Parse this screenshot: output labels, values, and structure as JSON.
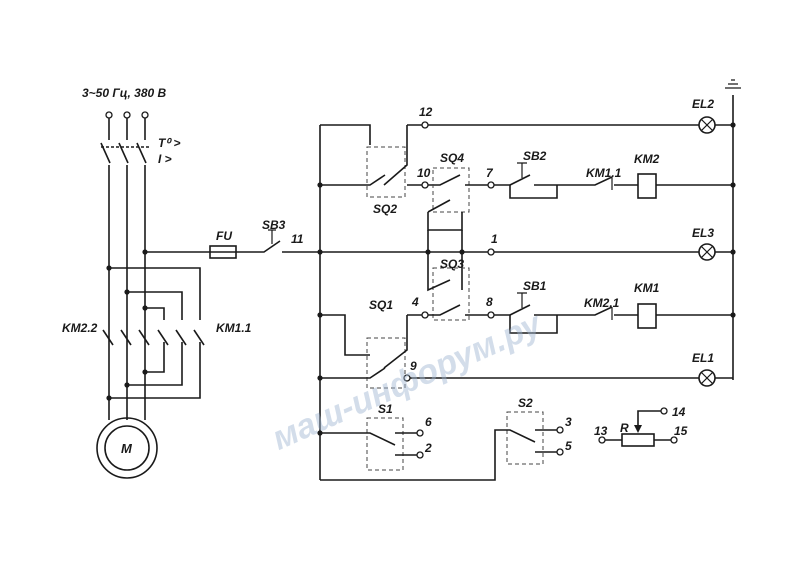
{
  "supply": {
    "label": "3~50 Гц, 380 В",
    "protection_temp": "T⁰ >",
    "protection_current": "I >"
  },
  "motor": {
    "label": "M"
  },
  "motor_contacts": {
    "left": "KM2.2",
    "right": "KM1.1"
  },
  "components": {
    "fuse": "FU",
    "sb3": "SB3",
    "sq1": "SQ1",
    "sq2": "SQ2",
    "sq3": "SQ3",
    "sq4": "SQ4",
    "sb1": "SB1",
    "sb2": "SB2",
    "km1_contact": "KM1.1",
    "km2_contact": "KM2.1",
    "km1_coil": "KM1",
    "km2_coil": "KM2",
    "el1": "EL1",
    "el2": "EL2",
    "el3": "EL3",
    "s1": "S1",
    "s2": "S2",
    "resistor": "R"
  },
  "nodes": {
    "n1": "1",
    "n2": "2",
    "n3": "3",
    "n4": "4",
    "n5": "5",
    "n6": "6",
    "n7": "7",
    "n8": "8",
    "n9": "9",
    "n10": "10",
    "n11": "11",
    "n12": "12",
    "n13": "13",
    "n14": "14",
    "n15": "15"
  },
  "watermark": "маш-инфорум.ру"
}
